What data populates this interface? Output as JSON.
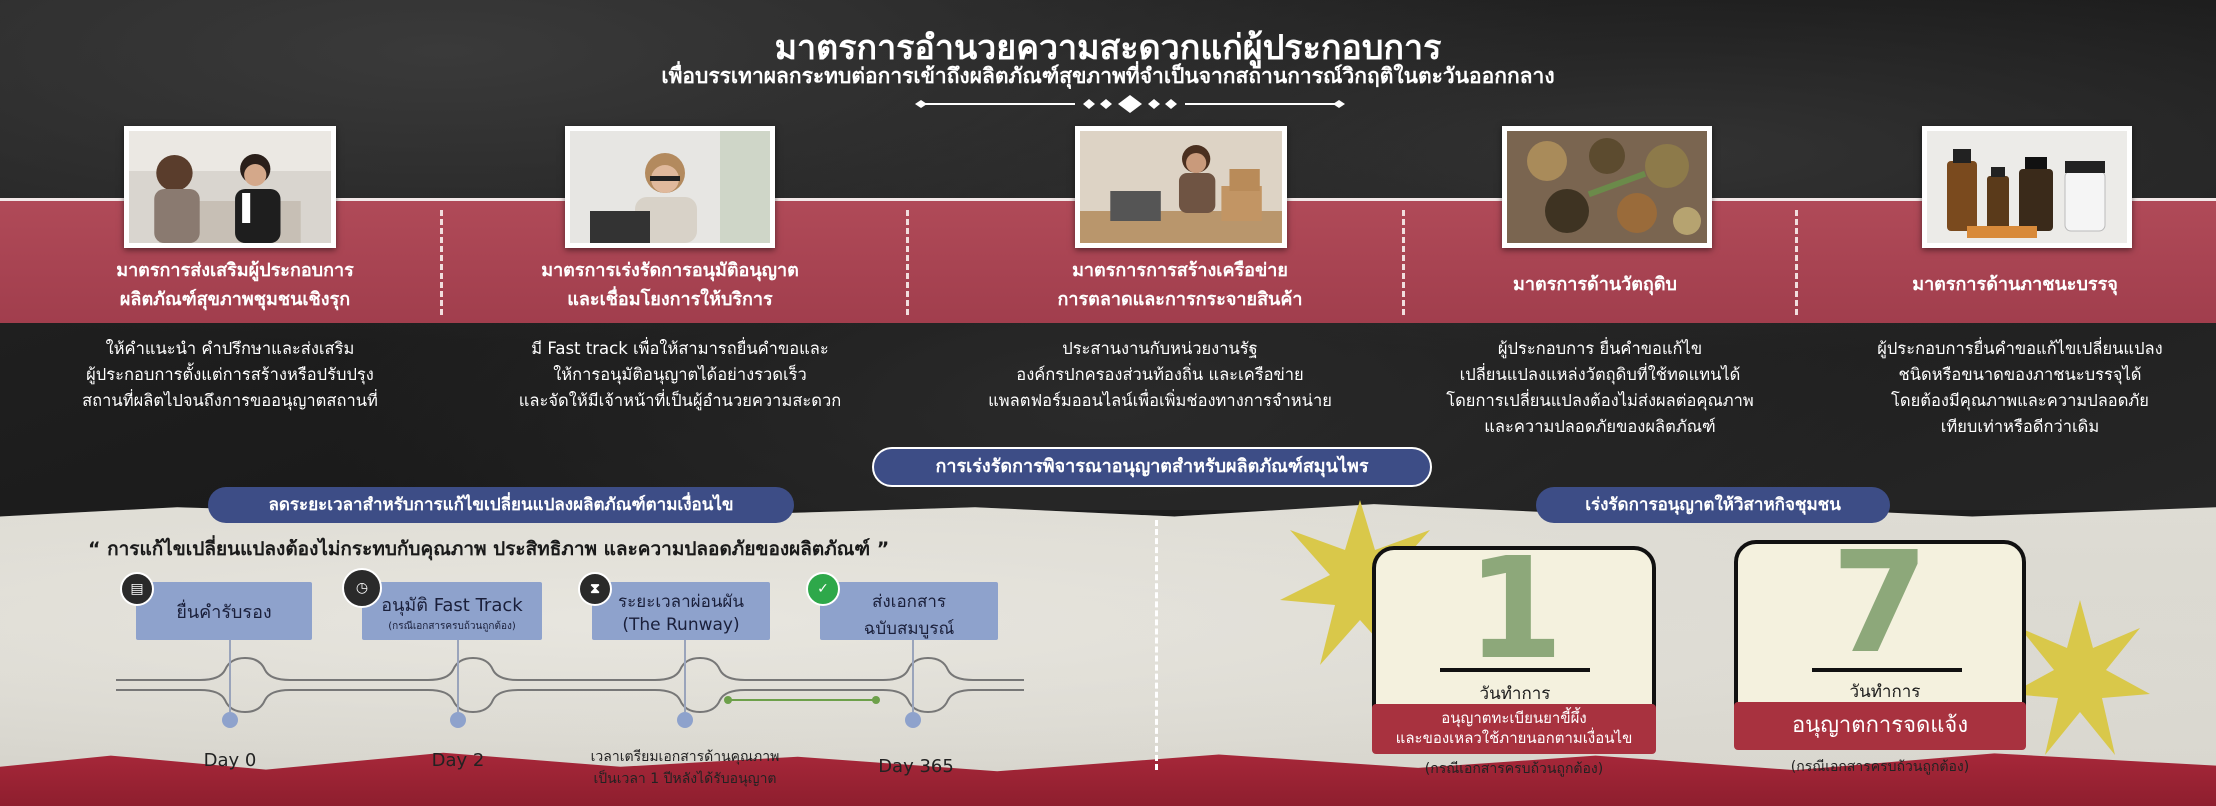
{
  "header": {
    "title": "มาตรการอำนวยความสะดวกแก่ผู้ประกอบการ",
    "subtitle": "เพื่อบรรเทาผลกระทบต่อการเข้าถึงผลิตภัณฑ์สุขภาพที่จำเป็นจากสถานการณ์วิกฤติในตะวันออกกลาง"
  },
  "measures": [
    {
      "title_line1": "มาตรการส่งเสริมผู้ประกอบการ",
      "title_line2": "ผลิตภัณฑ์สุขภาพชุมชนเชิงรุก",
      "desc_line1": "ให้คำแนะนำ คำปรึกษาและส่งเสริม",
      "desc_line2": "ผู้ประกอบการตั้งแต่การสร้างหรือปรับปรุง",
      "desc_line3": "สถานที่ผลิตไปจนถึงการขออนุญาตสถานที่",
      "image": "consultation-photo"
    },
    {
      "title_line1": "มาตรการเร่งรัดการอนุมัติอนุญาต",
      "title_line2": "และเชื่อมโยงการให้บริการ",
      "desc_line1": "มี Fast track เพื่อให้สามารถยื่นคำขอและ",
      "desc_line2": "ให้การอนุมัติอนุญาตได้อย่างรวดเร็ว",
      "desc_line3": "และจัดให้มีเจ้าหน้าที่เป็นผู้อำนวยความสะดวก",
      "image": "woman-laptop-photo"
    },
    {
      "title_line1": "มาตรการการสร้างเครือข่าย",
      "title_line2": "การตลาดและการกระจายสินค้า",
      "desc_line1": "ประสานงานกับหน่วยงานรัฐ",
      "desc_line2": "องค์กรปกครองส่วนท้องถิ่น และเครือข่าย",
      "desc_line3": "แพลตฟอร์มออนไลน์เพื่อเพิ่มช่องทางการจำหน่าย",
      "image": "packaging-photo"
    },
    {
      "title_line1": "มาตรการด้านวัตถุดิบ",
      "title_line2": "",
      "desc_line1": "ผู้ประกอบการ ยื่นคำขอแก้ไข",
      "desc_line2": "เปลี่ยนแปลงแหล่งวัตถุดิบที่ใช้ทดแทนได้",
      "desc_line3": "โดยการเปลี่ยนแปลงต้องไม่ส่งผลต่อคุณภาพ",
      "desc_line4": "และความปลอดภัยของผลิตภัณฑ์",
      "image": "herbs-photo"
    },
    {
      "title_line1": "มาตรการด้านภาชนะบรรจุ",
      "title_line2": "",
      "desc_line1": "ผู้ประกอบการยื่นคำขอแก้ไขเปลี่ยนแปลง",
      "desc_line2": "ชนิดหรือขนาดของภาชนะบรรจุได้",
      "desc_line3": "โดยต้องมีคุณภาพและความปลอดภัย",
      "desc_line4": "เทียบเท่าหรือดีกว่าเดิม",
      "image": "bottles-photo"
    }
  ],
  "herbal_pill": "การเร่งรัดการพิจารณาอนุญาตสำหรับผลิตภัณฑ์สมุนไพร",
  "left_section": {
    "pill": "ลดระยะเวลาสำหรับการแก้ไขเปลี่ยนแปลงผลิตภัณฑ์ตามเงื่อนไข",
    "quote": "“ การแก้ไขเปลี่ยนแปลงต้องไม่กระทบกับคุณภาพ ประสิทธิภาพ และความปลอดภัยของผลิตภัณฑ์ ”",
    "steps": [
      {
        "label": "ยื่นคำรับรอง",
        "sublabel": "",
        "icon": "document-icon",
        "day": "Day 0"
      },
      {
        "label": "อนุมัติ Fast Track",
        "sublabel": "(กรณีเอกสารครบถ้วนถูกต้อง)",
        "icon": "stopwatch-icon",
        "day": "Day 2"
      },
      {
        "label": "ระยะเวลาผ่อนผัน",
        "sublabel": "(The Runway)",
        "icon": "hourglass-icon",
        "day": ""
      },
      {
        "label": "ส่งเอกสาร",
        "sublabel": "ฉบับสมบูรณ์",
        "icon": "check-icon",
        "day": "Day 365"
      }
    ],
    "runway_note_line1": "เวลาเตรียมเอกสารด้านคุณภาพ",
    "runway_note_line2": "เป็นเวลา 1 ปีหลังได้รับอนุญาต"
  },
  "right_section": {
    "pill": "เร่งรัดการอนุญาตให้วิสาหกิจชุมชน",
    "cards": [
      {
        "number": "1",
        "unit": "วันทำการ",
        "banner_line1": "อนุญาตทะเบียนยาขี้ผึ้ง",
        "banner_line2": "และของเหลวใช้ภายนอกตามเงื่อนไข",
        "note": "(กรณีเอกสารครบถ้วนถูกต้อง)"
      },
      {
        "number": "7",
        "unit": "วันทำการ",
        "banner_line1": "อนุญาตการจดแจ้ง",
        "banner_line2": "",
        "note": "(กรณีเอกสารครบถ้วนถูกต้อง)"
      }
    ]
  },
  "colors": {
    "band_red": "#a13e4d",
    "pill_blue": "#3d4d86",
    "step_blue": "#8ea2cc",
    "number_green": "#8da87a",
    "starburst_yellow": "#d9c84a"
  }
}
